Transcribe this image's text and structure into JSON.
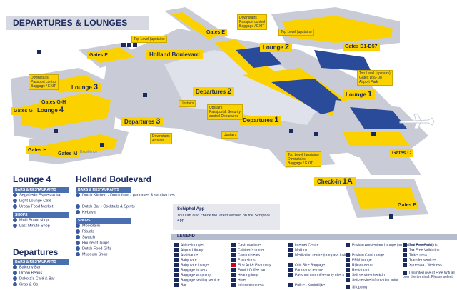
{
  "header": {
    "title": "DEPARTURES & LOUNGES"
  },
  "map_labels": {
    "gates_e": "Gates E",
    "gates_f": "Gates F",
    "gates_d": "Gates D1-D57",
    "gates_gh": "Gates G-H",
    "gates_g": "Gates G",
    "gates_h": "Gates H",
    "gates_m": "Gates M",
    "gates_c": "Gates C",
    "gates_b": "Gates B",
    "holland_boulevard": "Holland Boulevard",
    "lounge_word": "Lounge",
    "lounge1_num": "1",
    "lounge2_num": "2",
    "lounge3_num": "3",
    "lounge4_num": "4",
    "departures_word": "Departures",
    "departures1_num": "1",
    "departures2_num": "2",
    "departures3_num": "3",
    "checkin_word": "Check-in",
    "checkin_num": "1A",
    "excellence": "Excellence"
  },
  "info_boxes": {
    "downstairs_passport": [
      "Downstairs",
      "Passport control",
      "Baggage / EXIT"
    ],
    "top_level_upstairs": "Top Level (upstairs)",
    "top_level_upstairs_2": "Top Level (upstairs)",
    "downstairs_left": [
      "Downstairs",
      "Passport control",
      "Baggage / EXIT"
    ],
    "top_level_right": [
      "Top Level (upstairs)",
      "Gates D59-D87",
      "Airport Park"
    ],
    "upstairs_security": [
      "Upstairs",
      "Passport & Security",
      "control Departures"
    ],
    "upstairs_small": "Upstairs",
    "downstairs_arrivals": [
      "Downstairs",
      "Arrivals"
    ],
    "upstairs_left": "Upstairs",
    "top_level_lower": [
      "Top Level (upstairs)",
      "Downstairs",
      "Baggage / EXIT"
    ]
  },
  "lounge4": {
    "title": "Lounge 4",
    "bars_header": "BARS & RESTAURANTS",
    "bars": [
      "Segafredo Espresso bar",
      "Light Lounge Café",
      "Urban Food Market"
    ],
    "shops_header": "SHOPS",
    "shops": [
      "Multi Brand shop",
      "Last Minute Shop"
    ]
  },
  "holland_boulevard": {
    "title": "Holland Boulevard",
    "bars_header": "BARS & RESTAURANTS",
    "bars": [
      "Dutch Kitchen - Dutch food - pancakes & sandwiches",
      "Dutch Bar - Cocktails & Spirits",
      "Kebaya"
    ],
    "shops_header": "SHOPS",
    "shops": [
      "Mooiblaim",
      "Rituals",
      "Swatch",
      "House of Tulips",
      "Dutch Food Gifts",
      "Museum Shop"
    ]
  },
  "departures": {
    "title": "Departures",
    "bars_header": "BARS & RESTAURANTS",
    "bars": [
      "Balcony Bar",
      "Urban Beans",
      "Dakota's Café & Bar",
      "Grab & Go"
    ]
  },
  "schiphol_app": {
    "title": "Schiphol App",
    "text": "You can also check the latest version on the Schiphol App."
  },
  "legend": {
    "title": "LEGEND",
    "col1": [
      "Airline lounges",
      "Airport Library",
      "Assistance",
      "Baby care",
      "Baby care lounge",
      "Baggage lockers",
      "Baggage wrapping",
      "Baggage sealing service",
      "Bar"
    ],
    "col2": [
      "Cash machine",
      "Children's corner",
      "Comfort seats",
      "Excursions",
      "First Aid & Pharmacy",
      "Food / Coffee bar",
      "Hearing loop",
      "Hotel",
      "Information desk"
    ],
    "col3": [
      "Internet Centre",
      "Mailbox",
      "Meditation centre (compass inside)",
      "Odd Size Baggage",
      "Panorama terrace",
      "Passport control/security check",
      "Police - Koninklijke"
    ],
    "col4": [
      "Privium Amsterdam Lounge (on Holland Boulevard)",
      "Privium ClubLounge",
      "PRM lounge",
      "Rijksmuseum",
      "Restaurant",
      "Self service check-in",
      "Self-service information point",
      "Shopping"
    ],
    "col5": [
      "Tax Free Refunds",
      "Tax Free Validation",
      "Ticket desk",
      "Transfer services",
      "Xpresspa - Wellness",
      "Unlimited use of Free Wifi all over the terminal. Please select"
    ]
  },
  "colors": {
    "accent_yellow": "#fbd200",
    "navy": "#1b2a5e",
    "terminal_grey": "#c9ccd6",
    "category_blue": "#4a6fb0"
  }
}
